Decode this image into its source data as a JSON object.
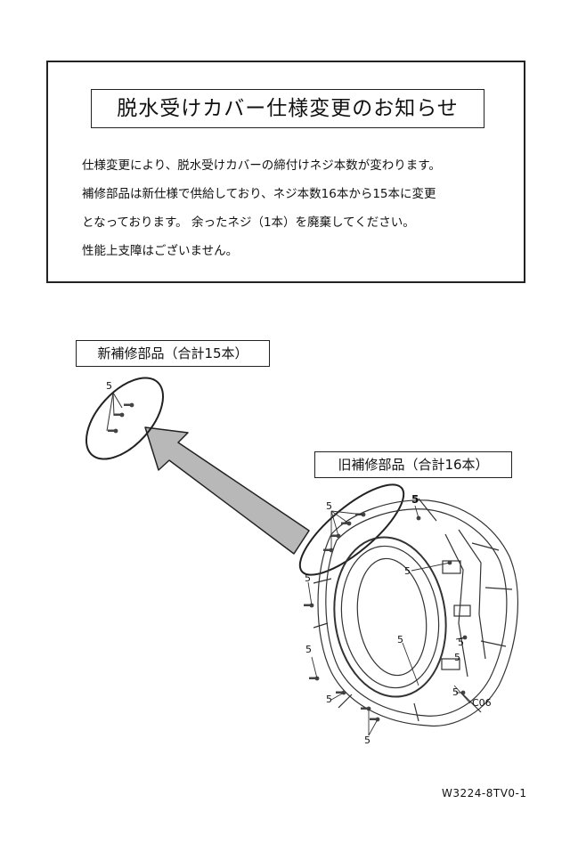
{
  "notice": {
    "title": "脱水受けカバー仕様変更のお知らせ",
    "lines": [
      "仕様変更により、脱水受けカバーの締付けネジ本数が変わります。",
      "補修部品は新仕様で供給しており、ネジ本数16本から15本に変更",
      "となっております。 余ったネジ（1本）を廃棄してください。",
      "性能上支障はございません。"
    ]
  },
  "diagram": {
    "new_label": "新補修部品（合計15本）",
    "old_label": "旧補修部品（合計16本）",
    "screw_marker": "5",
    "part_code": "C06"
  },
  "footer": {
    "doc_code": "W3224-8TV0-1"
  }
}
